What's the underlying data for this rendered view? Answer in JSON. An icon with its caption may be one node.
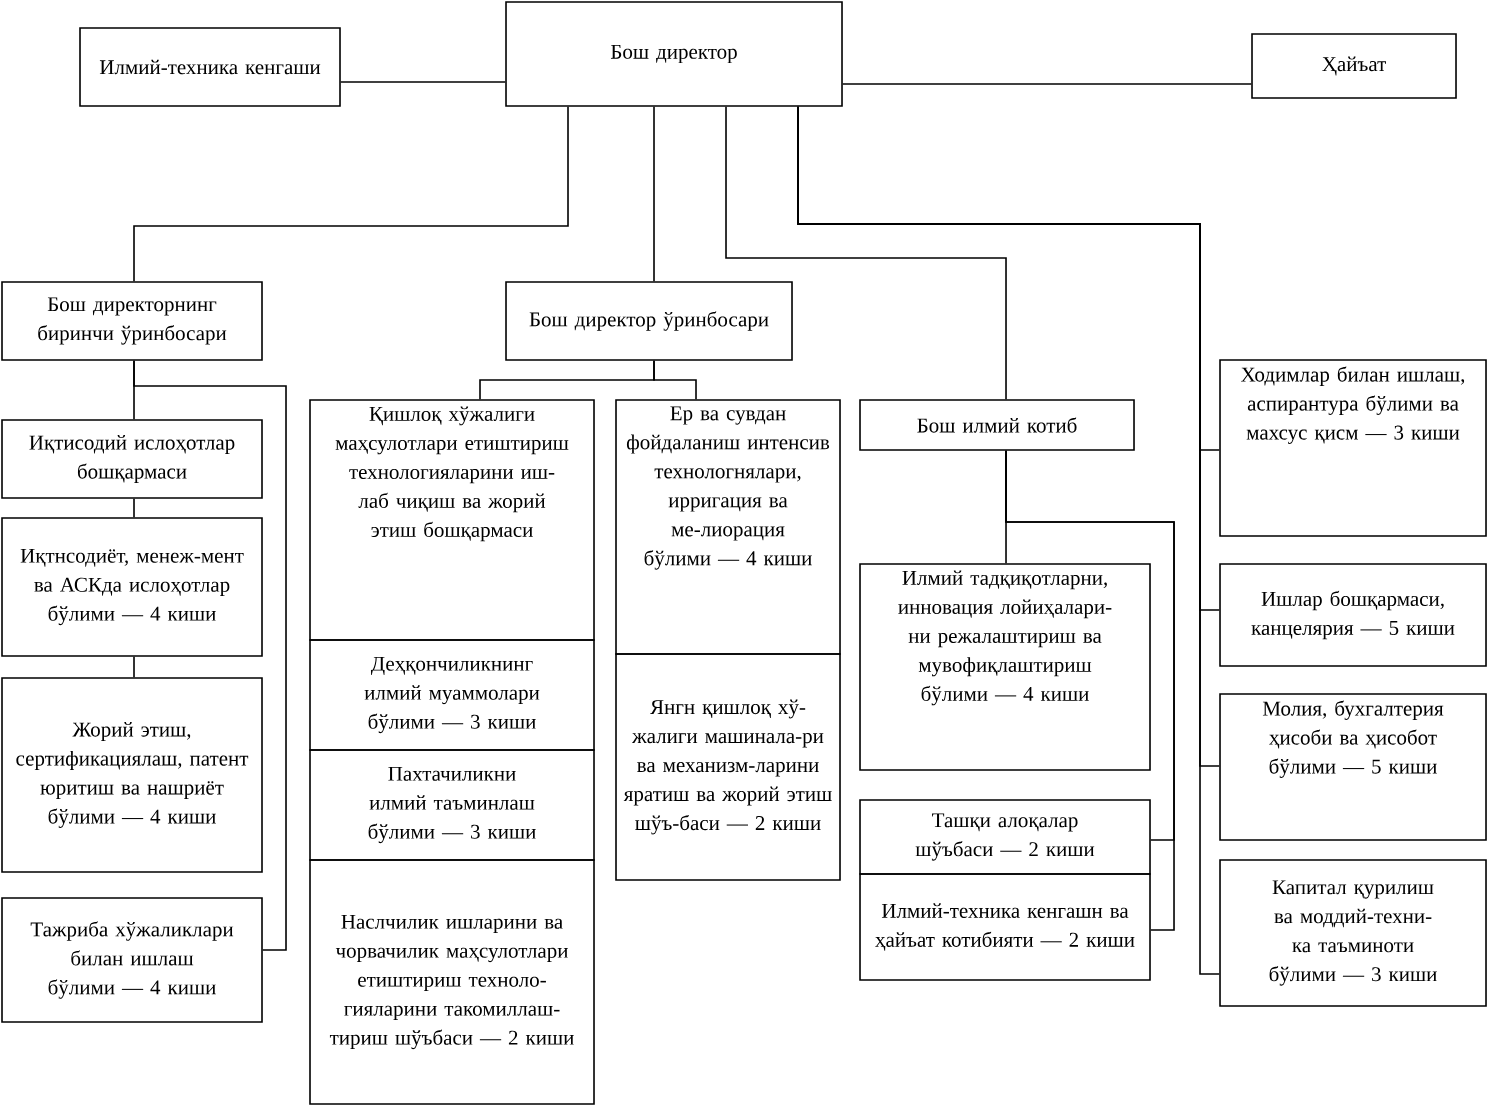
{
  "diagram": {
    "nodes": [
      {
        "text": [
          "Бош директор"
        ]
      },
      {
        "text": [
          "Илмий-техника кенгаши"
        ]
      },
      {
        "text": [
          "Ҳайъат"
        ]
      },
      {
        "text": [
          "Бош директорнинг биринчи ўринбосари"
        ]
      },
      {
        "text": [
          "Бош директор ўринбосари"
        ]
      },
      {
        "text": [
          "Иқтисодий ислоҳотлар бошқармаси"
        ]
      },
      {
        "text": [
          "Иқтнсодиёт, менеж-мент ва АСКда ислоҳотлар бўлими — 4 киши"
        ]
      },
      {
        "text": [
          "Жорий этиш, сертификациялаш, патент юритиш ва нашриёт бўлими — 4 киши"
        ]
      },
      {
        "text": [
          "Тажриба хўжаликлари билан ишлаш бўлими — 4 киши"
        ]
      },
      {
        "text": [
          "Қишлоқ хўжалиги маҳсулотлари етиштириш технологияларини иш-лаб чиқиш ва жорий этиш бошқармаси"
        ]
      },
      {
        "text": [
          "Деҳқончиликнинг илмий муаммолари бўлими — 3 киши"
        ]
      },
      {
        "text": [
          "Пахтачиликни илмий таъминлаш бўлими — 3 киши"
        ]
      },
      {
        "text": [
          "Наслчилик ишларини ва чорвачилик маҳсулотлари етиштириш техноло-гияларини такомиллаш-тириш шўъбаси — 2 киши"
        ]
      },
      {
        "text": [
          "Ер ва сувдан фойдаланиш интенсив технологнялари, ирригация ва ме-лиорация бўлими — 4 киши"
        ]
      },
      {
        "text": [
          "Янгн қишлоқ хў-жалиги машинала-ри ва механизм-ларини яратиш ва жорий этиш шўъ-баси — 2 киши"
        ]
      },
      {
        "text": [
          "Бош илмий котиб"
        ]
      },
      {
        "text": [
          "Илмий тадқиқотларни, инновация лойиҳалари-ни режалаштириш ва мувофиқлаштириш бўлими — 4 киши"
        ]
      },
      {
        "text": [
          "Ташқи алоқалар шўъбаси — 2 киши"
        ]
      },
      {
        "text": [
          "Илмий-техника кенгашн ва ҳайъат котибияти — 2 киши"
        ]
      },
      {
        "text": [
          "Ходимлар билан ишлаш, аспирантура бўлими ва махсус қисм — 3 киши"
        ]
      },
      {
        "text": [
          "Ишлар бошқармаси, канцелярия — 5 киши"
        ]
      },
      {
        "text": [
          "Молия, бухгалтерия ҳисоби ва ҳисобот бўлими — 5 киши"
        ]
      },
      {
        "text": [
          "Капитал қурилиш ва моддий-техни-ка таъминоти бўлими — 3 киши"
        ]
      }
    ],
    "edges": [
      {
        "from": 0,
        "to": 1,
        "arrow": "none"
      },
      {
        "from": 0,
        "to": 2,
        "arrow": "none"
      },
      {
        "from": 0,
        "to": 3,
        "arrow": "none"
      },
      {
        "from": 0,
        "to": 4,
        "arrow": "none"
      },
      {
        "from": 0,
        "to": 15,
        "arrow": "none"
      },
      {
        "from": 0,
        "to": 19,
        "arrow": "none"
      },
      {
        "from": 0,
        "to": 20,
        "arrow": "none"
      },
      {
        "from": 0,
        "to": 21,
        "arrow": "none"
      },
      {
        "from": 0,
        "to": 22,
        "arrow": "none"
      },
      {
        "from": 3,
        "to": 5,
        "arrow": "none"
      },
      {
        "from": 5,
        "to": 6,
        "arrow": "none"
      },
      {
        "from": 6,
        "to": 7,
        "arrow": "none"
      },
      {
        "from": 3,
        "to": 8,
        "arrow": "none"
      },
      {
        "from": 4,
        "to": 9,
        "arrow": "none"
      },
      {
        "from": 4,
        "to": 13,
        "arrow": "none"
      },
      {
        "from": 15,
        "to": 16,
        "arrow": "none"
      },
      {
        "from": 15,
        "to": 17,
        "arrow": "none"
      },
      {
        "from": 15,
        "to": 18,
        "arrow": "none"
      }
    ]
  }
}
